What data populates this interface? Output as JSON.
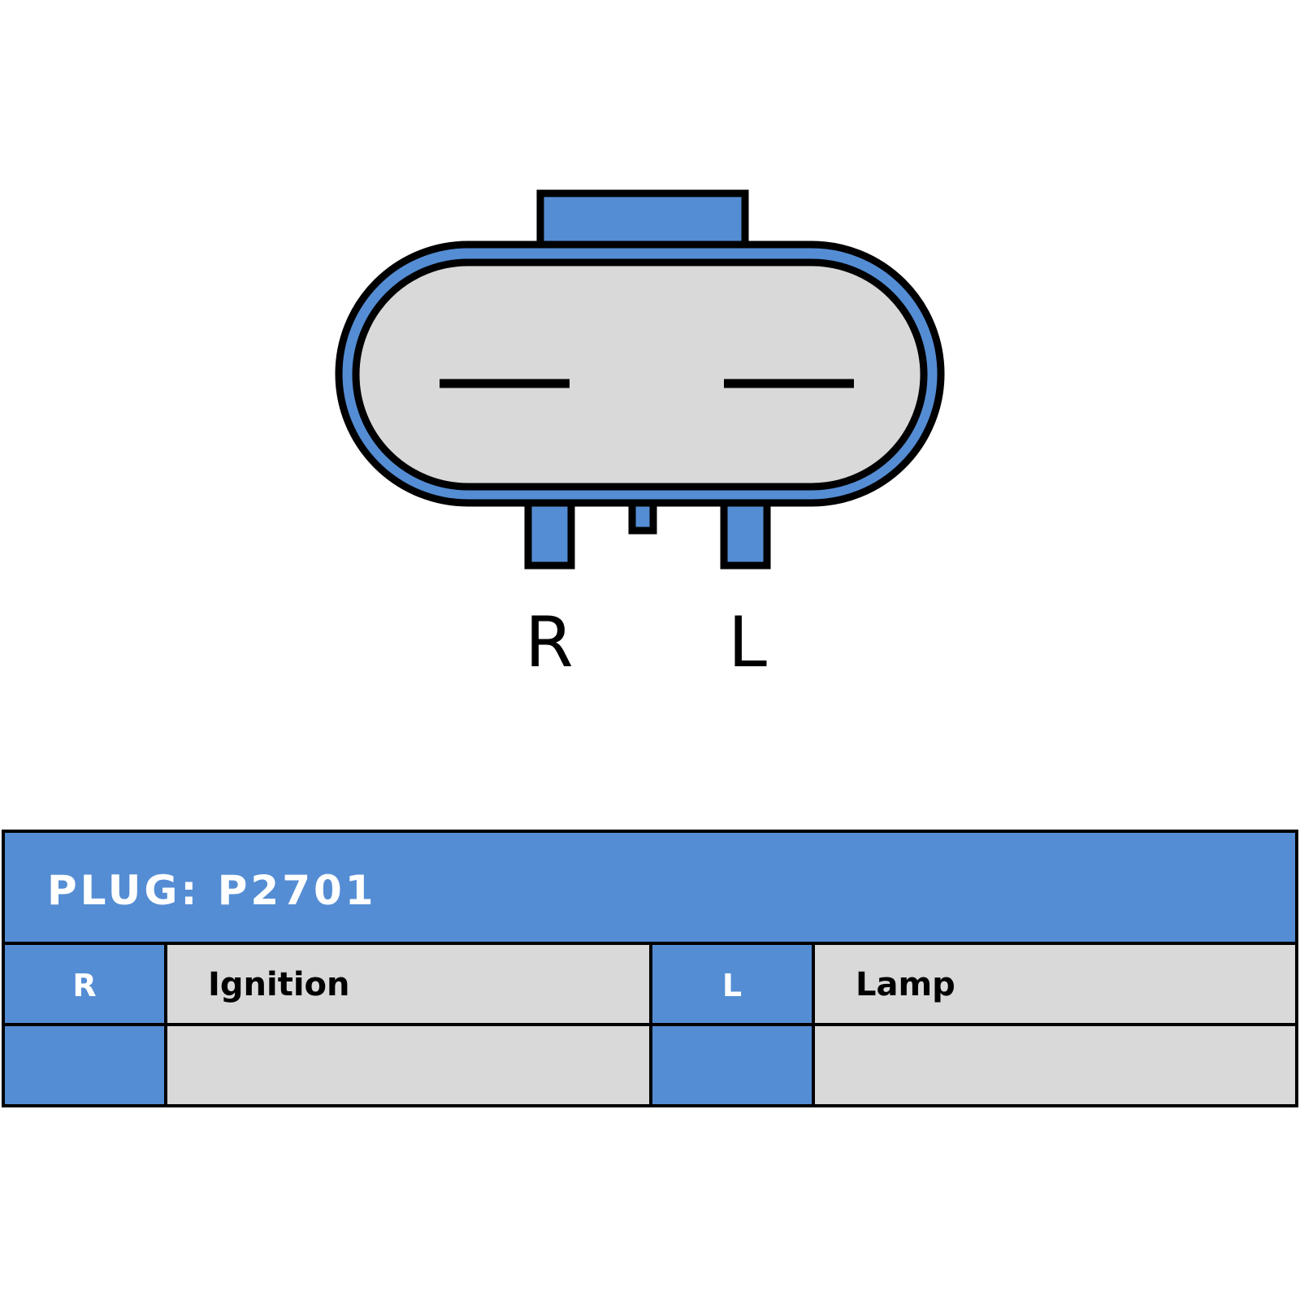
{
  "connector": {
    "colors": {
      "body": "#548dd4",
      "face": "#d9d9d9",
      "outline": "#000000"
    },
    "pins": [
      {
        "code": "R",
        "function": "Ignition"
      },
      {
        "code": "L",
        "function": "Lamp"
      }
    ]
  },
  "table": {
    "title": "PLUG: P2701",
    "rows": [
      [
        {
          "code": "R",
          "desc": "Ignition"
        },
        {
          "code": "L",
          "desc": "Lamp"
        }
      ],
      [
        {
          "code": "",
          "desc": ""
        },
        {
          "code": "",
          "desc": ""
        }
      ]
    ]
  }
}
